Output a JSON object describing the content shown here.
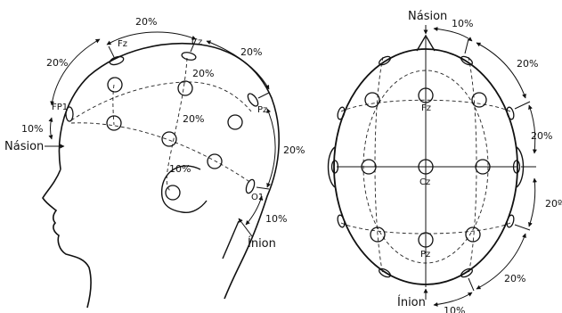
{
  "side_view": {
    "landmarks": {
      "nasion": "Násion",
      "inion": "Ínion"
    },
    "electrodes": {
      "fz": "Fz",
      "cz": "Cz",
      "pz": "Pz",
      "fp1": "FP1",
      "o1": "O1"
    },
    "percent_labels": {
      "top_fz_cz": "20%",
      "fp1_fz": "20%",
      "cz_pz": "20%",
      "inner_top": "20%",
      "inner_mid": "20%",
      "pz_o1": "20%",
      "nasion_fp1": "10%",
      "inner_low": "10%",
      "o1_inion": "10%"
    }
  },
  "top_view": {
    "landmarks": {
      "nasion": "Násion",
      "inion": "Ínion"
    },
    "electrodes": {
      "fz": "Fz",
      "cz": "Cz",
      "pz": "Pz"
    },
    "percent_labels": {
      "nasion_arc": "10%",
      "upper_right": "20%",
      "right_upper_mid": "20%",
      "right_lower_mid": "20º",
      "lower_right": "20%",
      "inion_arc": "10%"
    }
  }
}
